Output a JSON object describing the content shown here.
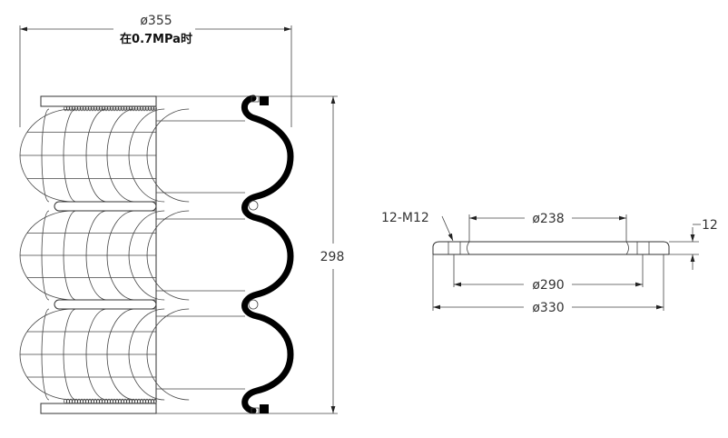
{
  "bellows_view": {
    "diameter_label": "ø355",
    "pressure_note": "在0.7MPa时",
    "height_label": "298"
  },
  "flange_view": {
    "thread_label": "12-M12",
    "inner_diameter_label": "ø238",
    "bolt_circle_label": "ø290",
    "outer_diameter_label": "ø330",
    "thickness_label": "12"
  },
  "colors": {
    "line": "#333333",
    "profile": "#000000",
    "background": "#ffffff"
  }
}
